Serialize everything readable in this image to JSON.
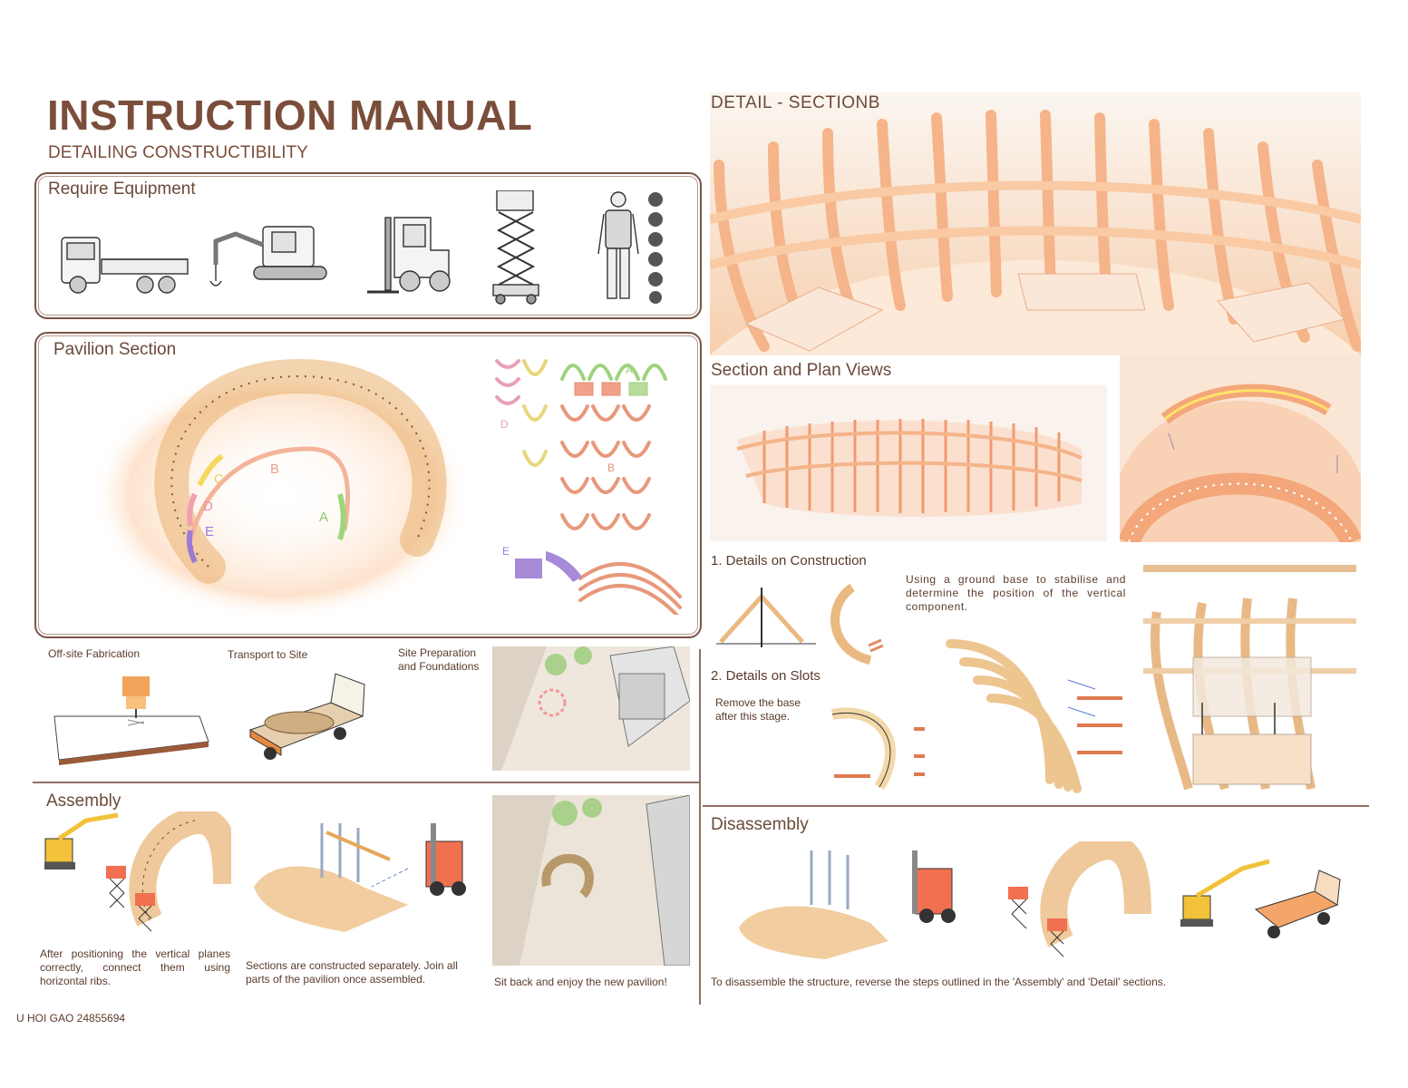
{
  "header": {
    "title": "INSTRUCTION MANUAL",
    "subtitle": "DETAILING CONSTRUCTIBILITY"
  },
  "equipment": {
    "heading": "Require Equipment",
    "items": [
      "truck-icon",
      "excavator-crane-icon",
      "forklift-icon",
      "scissor-lift-icon",
      "construction-worker-icon"
    ]
  },
  "pavilion_section": {
    "heading": "Pavilion Section",
    "labels": [
      "A",
      "B",
      "C",
      "D",
      "E"
    ]
  },
  "fabrication": {
    "offsite": "Off-site Fabrication",
    "transport": "Transport to Site",
    "site_prep": "Site Preparation\nand Foundations"
  },
  "assembly": {
    "heading": "Assembly",
    "step1": "After positioning the vertical planes correctly, connect them using horizontal ribs.",
    "step2": "Sections are constructed separately. Join all parts of the pavilion once assembled.",
    "step3": "Sit back and enjoy the new pavilion!"
  },
  "detail": {
    "heading": "DETAIL - SECTIONB",
    "section_plan": "Section and Plan Views",
    "construction": "1. Details on Construction",
    "construction_note": "Using a ground base to stabilise and determine the position of the vertical component.",
    "slots": "2. Details on Slots",
    "slots_note": "Remove the base\nafter this stage."
  },
  "disassembly": {
    "heading": "Disassembly",
    "note": "To disassemble the structure, reverse the steps outlined in the 'Assembly' and 'Detail' sections."
  },
  "footer": {
    "author": "U HOI GAO 24855694"
  },
  "colors": {
    "brand": "#7a4e3b",
    "frame": "#7a5446",
    "wood": "#f2c79a",
    "rib": "#f0a178"
  }
}
